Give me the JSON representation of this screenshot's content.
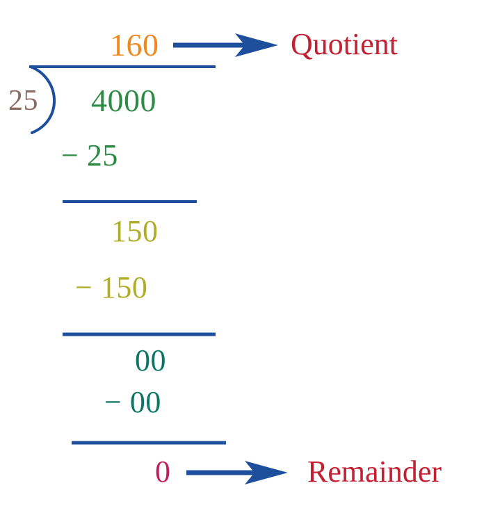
{
  "problem": {
    "operation": "long-division",
    "divisor": "25",
    "dividend": "4000",
    "quotient": "160",
    "remainder": "0"
  },
  "rows": {
    "quotient": "160",
    "dividend": "4000",
    "divisor": "25",
    "subtract_1": "− 25",
    "bring_down_1": "150",
    "subtract_2": "− 150",
    "bring_down_2": "00",
    "subtract_3": "− 00",
    "remainder": "0"
  },
  "labels": {
    "quotient": "Quotient",
    "remainder": "Remainder"
  },
  "colors": {
    "quotient": "#f0871f",
    "dividend": "#2e8b45",
    "divisor": "#8a6b63",
    "step_green": "#2e8b45",
    "step_olive": "#b0ae29",
    "step_teal": "#0d7566",
    "remainder": "#bf1e5d",
    "label_red": "#c32032",
    "rule_blue": "#1d4f9c",
    "background": "#ffffff"
  }
}
